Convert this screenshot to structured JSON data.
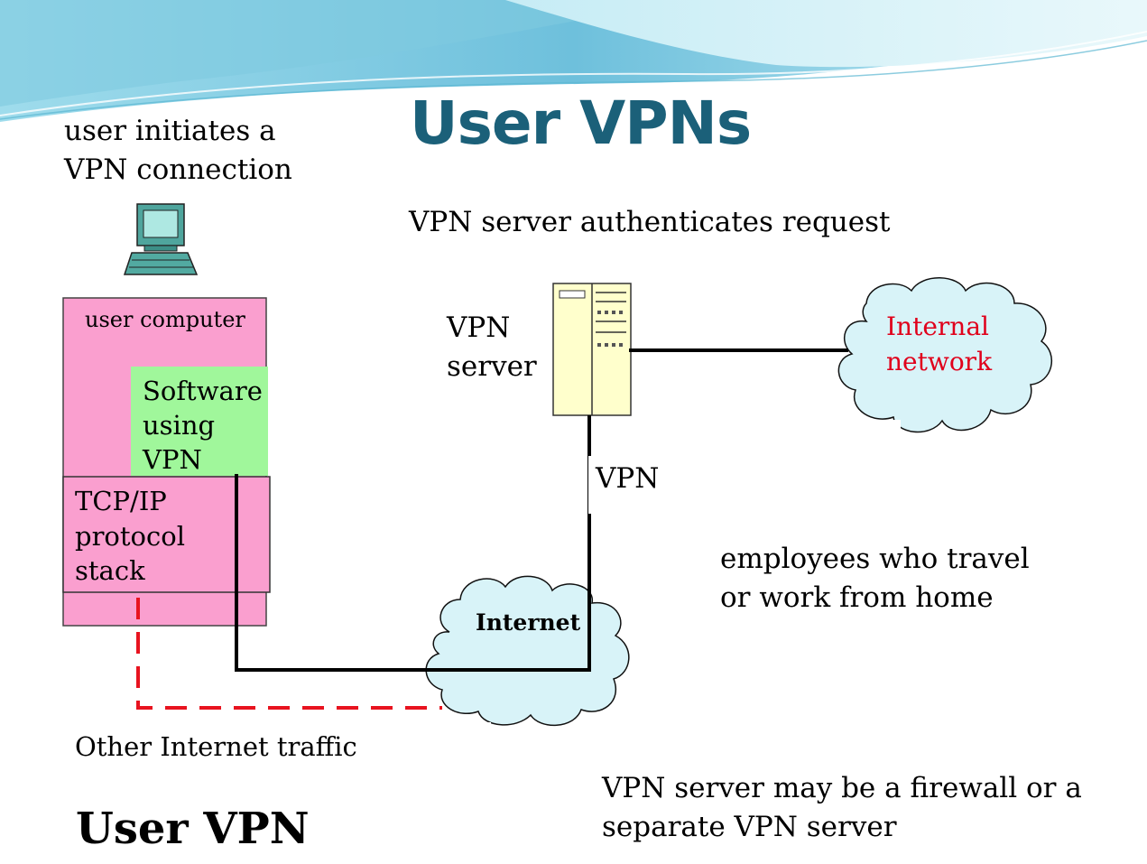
{
  "slide": {
    "title": "User VPNs",
    "subtitle": "User VPN"
  },
  "annotations": {
    "user_initiates_line1": "user initiates a",
    "user_initiates_line2": "VPN connection",
    "server_authenticates": "VPN server authenticates request",
    "employees_line1": "employees who travel",
    "employees_line2": "or work from home",
    "firewall_line1": "VPN server may be a firewall or a",
    "firewall_line2": "separate VPN server",
    "other_traffic": "Other Internet traffic"
  },
  "diagram": {
    "user_computer_label": "user computer",
    "software_line1": "Software",
    "software_line2": "using",
    "software_line3": "VPN",
    "tcpip_line1": "TCP/IP",
    "tcpip_line2": "protocol",
    "tcpip_line3": "stack",
    "vpn_server_line1": "VPN",
    "vpn_server_line2": "server",
    "vpn_link_label": "VPN",
    "internet_label": "Internet",
    "internal_line1": "Internal",
    "internal_line2": "network"
  },
  "colors": {
    "title": "#1b6079",
    "user_computer_fill": "#fa9fcf",
    "software_fill": "#a0f79b",
    "cloud_fill": "#d8f3f8",
    "internal_text": "#e0001b",
    "dashed_line": "#e8131f"
  }
}
